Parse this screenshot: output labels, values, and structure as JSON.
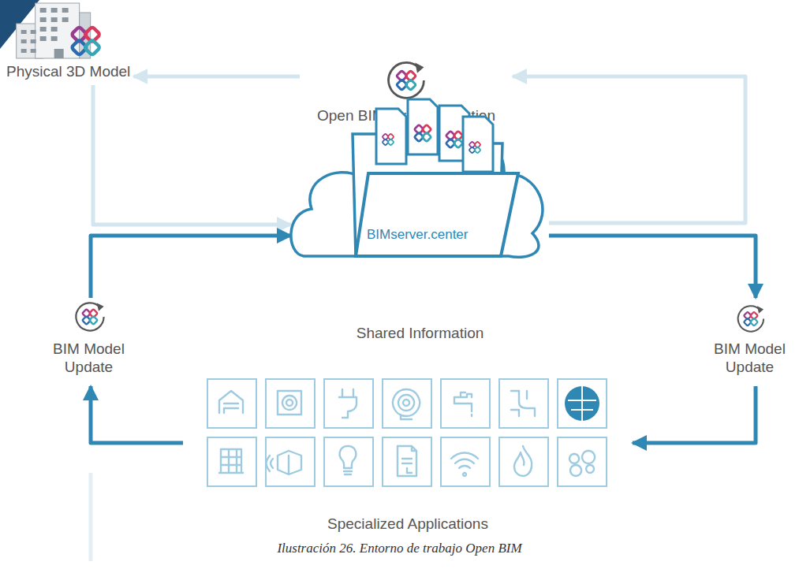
{
  "diagram": {
    "caption": "Ilustración 26. Entorno de trabajo Open BIM",
    "nodes": [
      {
        "text": [
          "Physical 3D Model"
        ]
      },
      {
        "text": [
          "Open BIM Synchronization"
        ]
      },
      {
        "text": [
          "BIMserver.center",
          "Shared Information"
        ]
      },
      {
        "text": [
          "BIM Model Update"
        ]
      },
      {
        "text": [
          "BIM Model Update"
        ]
      },
      {
        "text": [
          "Specialized Applications"
        ]
      }
    ],
    "edges": [
      {
        "from": 0,
        "to": 2,
        "arrow": "to"
      },
      {
        "from": 2,
        "to": 1,
        "arrow": "to"
      },
      {
        "from": 1,
        "to": 0,
        "arrow": "to"
      },
      {
        "from": 2,
        "to": 4,
        "arrow": "to"
      },
      {
        "from": 4,
        "to": 5,
        "arrow": "to"
      },
      {
        "from": 5,
        "to": 3,
        "arrow": "to"
      },
      {
        "from": 3,
        "to": 2,
        "arrow": "to"
      }
    ]
  }
}
